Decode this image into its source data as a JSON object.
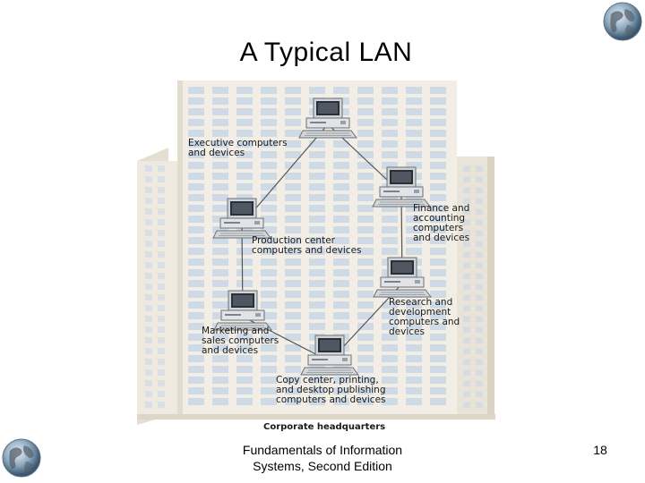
{
  "slide": {
    "title": "A Typical LAN",
    "footer": "Fundamentals of Information\nSystems, Second Edition",
    "page_number": "18"
  },
  "diagram": {
    "caption": "Corporate headquarters",
    "nodes": [
      {
        "id": "executive",
        "label": "Executive computers\nand devices",
        "icon": "computer-icon"
      },
      {
        "id": "finance",
        "label": "Finance and\naccounting\ncomputers\nand devices",
        "icon": "computer-icon"
      },
      {
        "id": "production",
        "label": "Production center\ncomputers and devices",
        "icon": "computer-icon"
      },
      {
        "id": "research",
        "label": "Research and\ndevelopment\ncomputers and\ndevices",
        "icon": "computer-icon"
      },
      {
        "id": "marketing",
        "label": "Marketing and\nsales computers\nand devices",
        "icon": "computer-icon"
      },
      {
        "id": "copy",
        "label": "Copy center, printing,\nand desktop publishing\ncomputers and devices",
        "icon": "computer-icon"
      }
    ],
    "links": [
      [
        "executive",
        "production"
      ],
      [
        "executive",
        "finance"
      ],
      [
        "production",
        "marketing"
      ],
      [
        "finance",
        "research"
      ],
      [
        "marketing",
        "copy"
      ],
      [
        "research",
        "copy"
      ]
    ]
  },
  "decorations": {
    "globe_icon": "globe-icon",
    "building_color": "#eeeae0",
    "window_color": "#c9d6e8"
  }
}
